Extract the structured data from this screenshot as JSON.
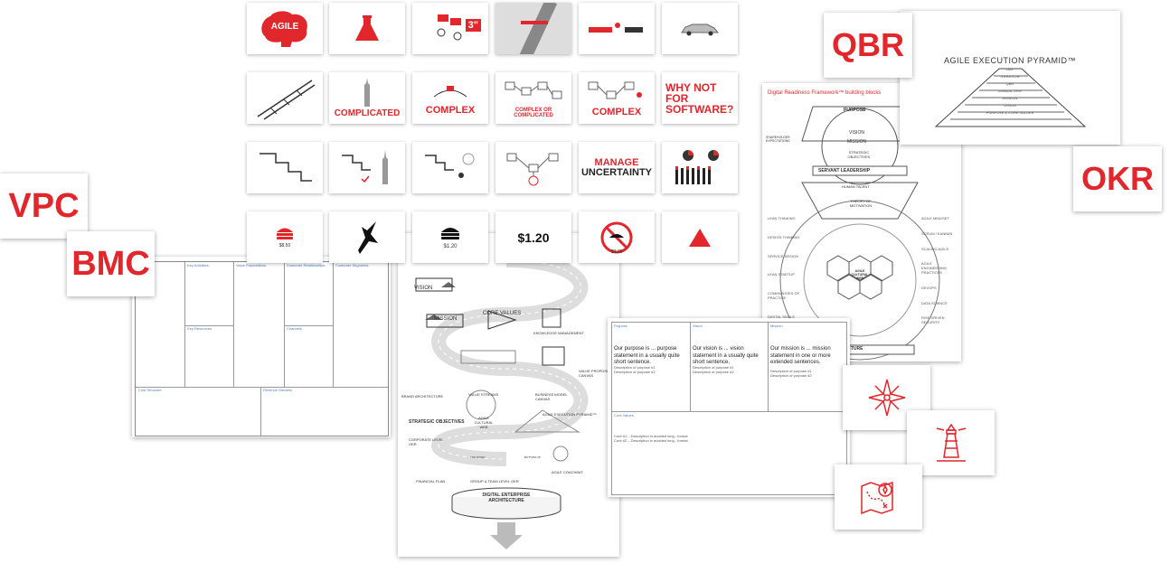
{
  "big_labels": {
    "vpc": "VPC",
    "bmc": "BMC",
    "qbr": "QBR",
    "okr": "OKR"
  },
  "tiles": {
    "agile": "AGILE",
    "t3": "3\"",
    "complicated": "COMPLICATED",
    "complex1": "COMPLEX",
    "complex_or_complicated": "COMPLEX OR COMPLICATED",
    "complex2": "COMPLEX",
    "why": "WHY NOT FOR SOFTWARE?",
    "manage": "MANAGE",
    "uncertainty": "UNCERTAINTY",
    "price1": "$8.50",
    "price2": "$1.20",
    "price3": "$1.20",
    "price4": "$1.20"
  },
  "bmc": {
    "key_activities": "Key Activities",
    "value_propositions": "Value Propositions",
    "customer_relationships": "Customer Relationships",
    "customer_segments": "Customer Segments",
    "key_resources": "Key Resources",
    "channels": "Channels",
    "cost_structure": "Cost Structure",
    "revenue_streams": "Revenue Streams"
  },
  "pyramid": {
    "title": "AGILE EXECUTION PYRAMID™",
    "levels": [
      "DAY",
      "ITERATION",
      "QBR",
      "ANNUAL OKR",
      "MISSION",
      "VISION",
      "PURPOSE & CORE VALUES"
    ]
  },
  "framework": {
    "title": "Digital Readiness Framework™ building blocks",
    "purpose": "PURPOSE",
    "vision": "VISION",
    "mission": "MISSION",
    "strategic": "STRATEGIC OBJECTIVES",
    "servant": "SERVANT LEADERSHIP",
    "human": "HUMAN TALENT",
    "theory": "THEORY OF MOTIVATION",
    "agile_cultural_web": "AGILE CULTURAL WEB",
    "architecture": "ARCHITECTURE",
    "left_items": [
      "LEAN THINKING",
      "DESIGN THINKING",
      "SERVICE DESIGN",
      "LEAN STARTUP",
      "COMMUNITIES OF PRACTICE",
      "DIGITAL SKILLS"
    ],
    "right_items": [
      "AGILE MINDSET",
      "SCRUM / KANBAN",
      "SCALING AGILE",
      "AGILE ENGINEERING PRACTICES",
      "DEVOPS",
      "DATA SCIENCE",
      "RISK DRIVEN SECURITY"
    ],
    "shareholder": "SHAREHOLDER EXPECTATIONS"
  },
  "road": {
    "vision": "VISION",
    "core_values": "CORE VALUES",
    "mission": "MISSION",
    "knowledge": "KNOWLEDGE MANAGEMENT",
    "value_prop": "VALUE PROPOSITION CANVAS",
    "brand": "BRAND ARCHITECTURE",
    "streams": "VALUE STREAMS",
    "bmc": "BUSINESS MODEL CANVAS",
    "pyramid": "AGILE EXECUTION PYRAMID™",
    "strategic": "STRATEGIC OBJECTIVES",
    "corporate": "CORPORATE LEVEL OKR",
    "cultural": "AGILE CULTURAL WEB",
    "group": "GROUP & TEAM LEVEL OKR",
    "coaching": "AGILE COACHING",
    "financial": "FINANCIAL PLAN",
    "dea": "DIGITAL ENTERPRISE ARCHITECTURE",
    "top_down": "TOP DOWN",
    "bottom_up": "BOTTOM UP"
  },
  "statements": {
    "purpose_head": "Purpose",
    "vision_head": "Vision",
    "mission_head": "Mission",
    "purpose_text": "Our purpose is ... purpose statement in a usually quite short sentence.",
    "vision_text": "Our vision is ... vision statement in a usually quite short sentence.",
    "mission_text": "Our mission is ... mission statement in one or more extended sentences.",
    "purpose_bullets": [
      "Description of purpose #1",
      "Description of purpose #2"
    ],
    "vision_bullets": [
      "Description of purpose #1",
      "Description of purpose #2"
    ],
    "mission_bullets": [
      "Description of purpose #1",
      "Description of purpose #2"
    ],
    "core_values": "Core Values",
    "values": [
      "Core #1 – Description in avoided long - format",
      "Core #2 – Description in avoided long - format"
    ]
  },
  "colors": {
    "accent": "#e1262c",
    "blue": "#4a7fc1"
  }
}
